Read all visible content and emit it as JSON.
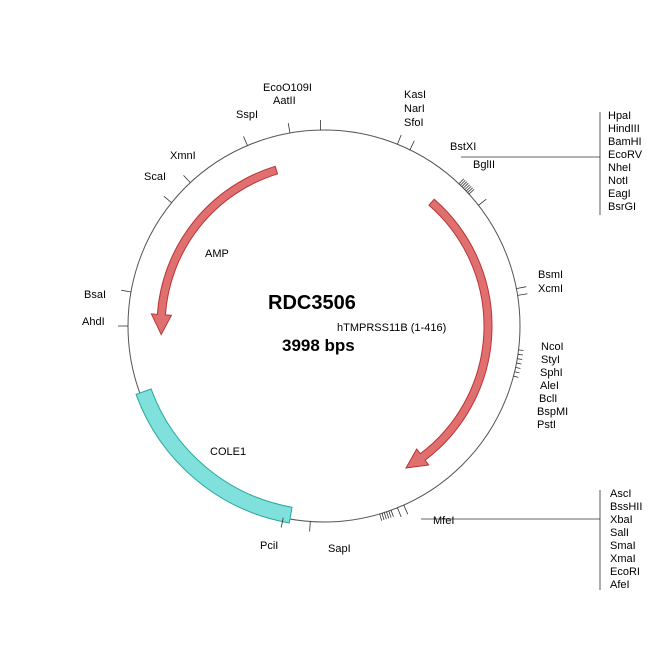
{
  "plasmid": {
    "name": "RDC3506",
    "size": "3998 bps"
  },
  "features": [
    {
      "name": "AMP",
      "color": "#e07070",
      "type": "arrow",
      "direction": "ccw"
    },
    {
      "name": "hTMPRSS11B (1-416)",
      "color": "#e07070",
      "type": "arrow",
      "direction": "cw"
    },
    {
      "name": "COLE1",
      "color": "#7fe0dc",
      "type": "region"
    }
  ],
  "sites": {
    "EcoO109I": "EcoO109I",
    "AatII": "AatII",
    "SspI": "SspI",
    "XmnI": "XmnI",
    "ScaI": "ScaI",
    "KasI": "KasI",
    "NarI": "NarI",
    "SfoI": "SfoI",
    "BstXI": "BstXI",
    "BglII": "BglII",
    "BsmI": "BsmI",
    "XcmI": "XcmI",
    "BsaI": "BsaI",
    "AhdI": "AhdI",
    "PciI": "PciI",
    "SapI": "SapI",
    "MfeI": "MfeI"
  },
  "cluster_top": [
    "HpaI",
    "HindIII",
    "BamHI",
    "EcoRV",
    "NheI",
    "NotI",
    "EagI",
    "BsrGI"
  ],
  "cluster_right": [
    "NcoI",
    "StyI",
    "SphI",
    "AleI",
    "BclI",
    "BspMI",
    "PstI"
  ],
  "cluster_bottom": [
    "AscI",
    "BssHII",
    "XbaI",
    "SalI",
    "SmaI",
    "XmaI",
    "EcoRI",
    "AfeI"
  ]
}
